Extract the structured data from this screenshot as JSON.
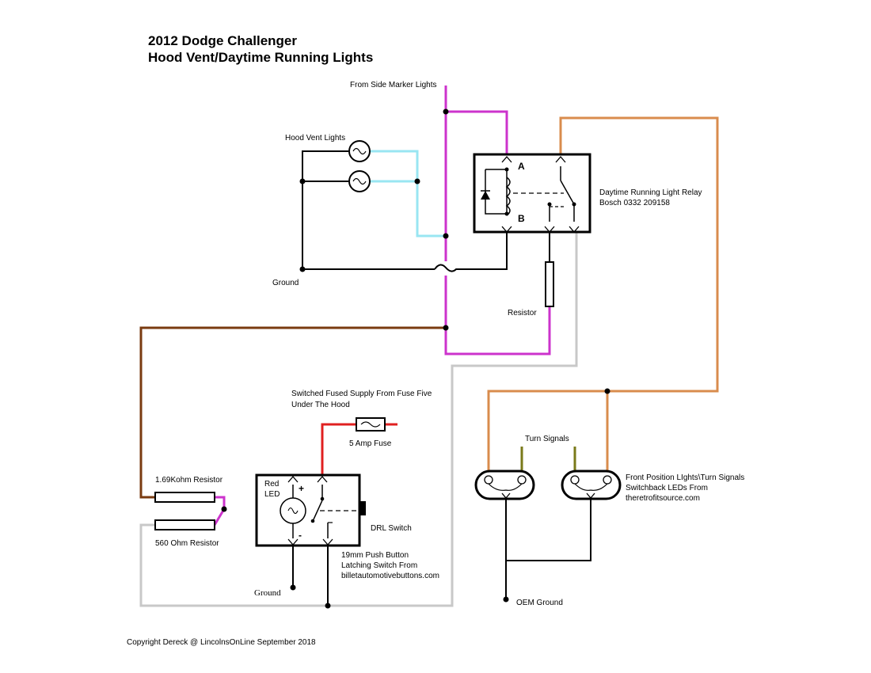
{
  "title": {
    "line1": "2012 Dodge Challenger",
    "line2": "Hood Vent/Daytime Running Lights"
  },
  "labels": {
    "side_marker": "From Side Marker Lights",
    "hood_vent_lights": "Hood Vent Lights",
    "ground_top": "Ground",
    "relay_line1": "Daytime Running Light Relay",
    "relay_line2": "Bosch 0332 209158",
    "relay_pin_a": "A",
    "relay_pin_b": "B",
    "resistor": "Resistor",
    "supply_line1": "Switched Fused Supply From Fuse Five",
    "supply_line2": "Under The Hood",
    "fuse": "5 Amp Fuse",
    "resistor_169k": "1.69Kohm Resistor",
    "resistor_560": "560 Ohm Resistor",
    "red_led_line1": "Red",
    "red_led_line2": "LED",
    "plus": "+",
    "minus": "-",
    "drl_switch": "DRL Switch",
    "push_line1": "19mm Push Button",
    "push_line2": "Latching Switch From",
    "push_line3": "billetautomotivebuttons.com",
    "ground_bottom": "Ground",
    "turn_signals": "Turn Signals",
    "front_line1": "Front Position LIghts\\Turn Signals",
    "front_line2": "Switchback LEDs From",
    "front_line3": "theretrofitsource.com",
    "oem_ground": "OEM Ground",
    "copyright": "Copyright Dereck @ LincolnsOnLine September 2018"
  },
  "colors": {
    "ground": "#000000",
    "side_marker_feed": "#cc33cc",
    "hood_vent_feed": "#99e6f2",
    "drl_relay_output": "#d98c4d",
    "switch_feed": "#7a3b10",
    "switch_return": "#c8c8c8",
    "fused_supply": "#e02020",
    "turn_signal_feed": "#7a7a1a"
  }
}
